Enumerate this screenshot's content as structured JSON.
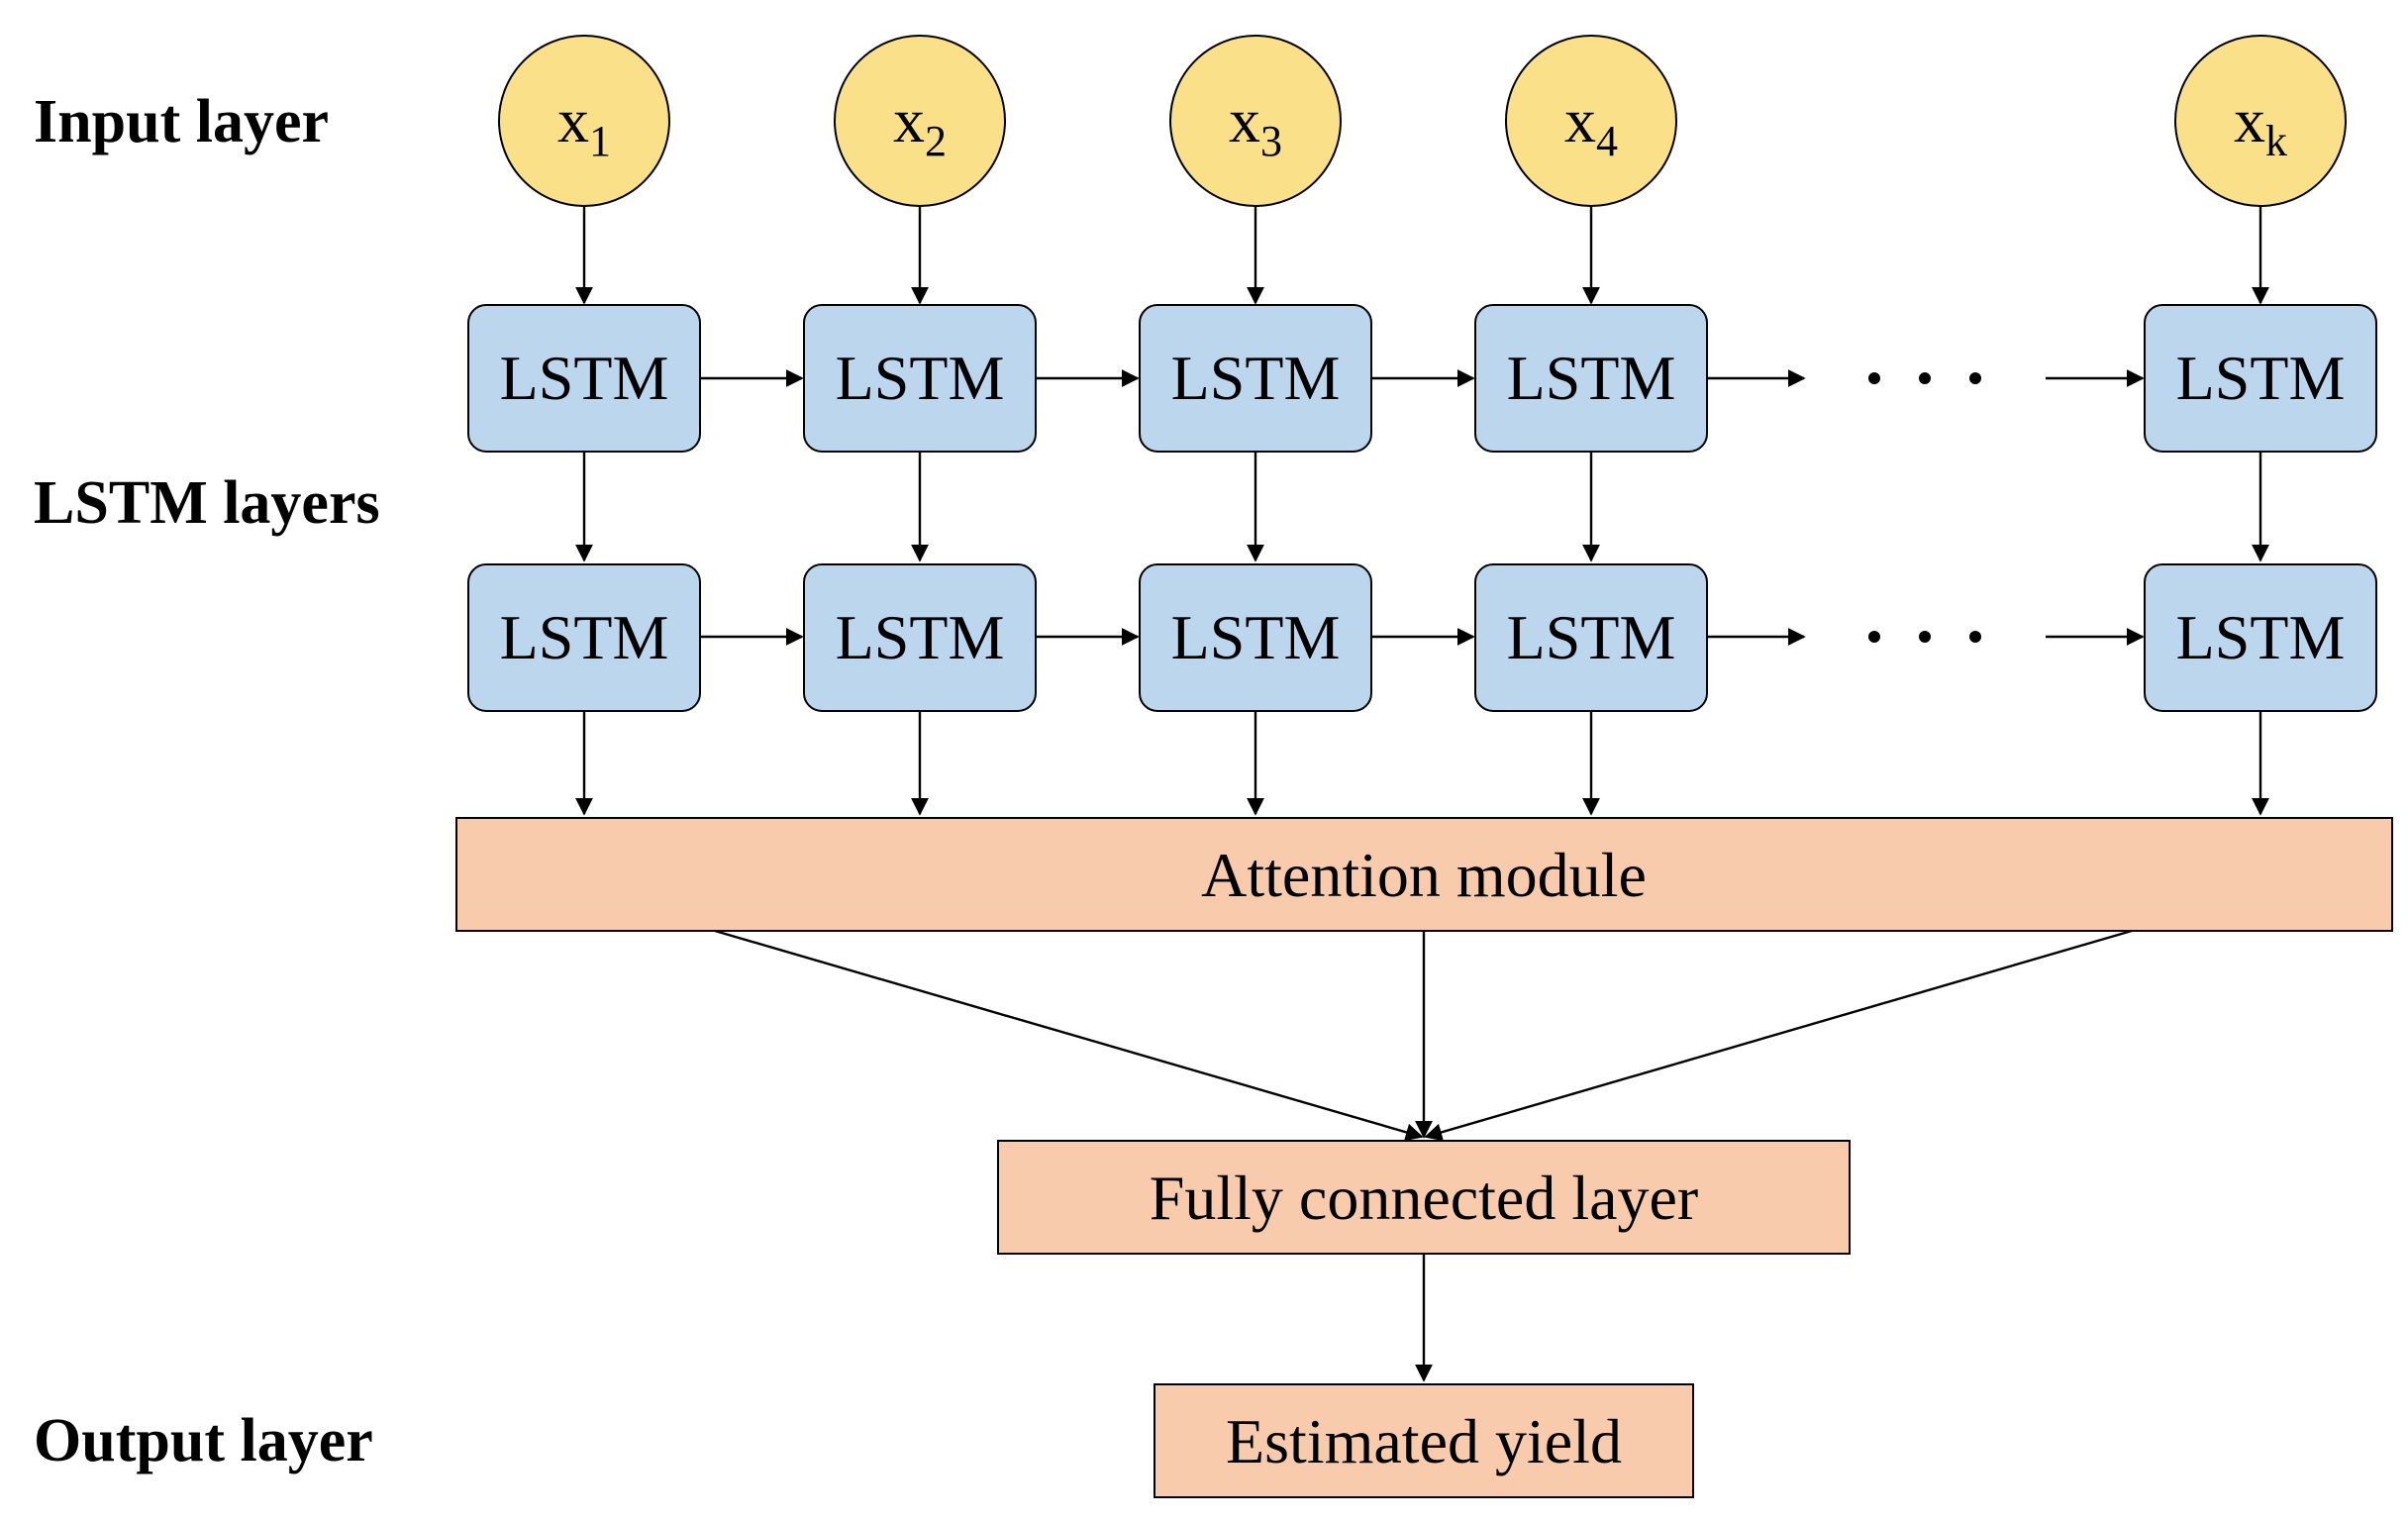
{
  "labels": {
    "input": "Input layer",
    "lstm": "LSTM layers",
    "output": "Output layer"
  },
  "inputs": [
    {
      "base": "x",
      "sub": "1"
    },
    {
      "base": "x",
      "sub": "2"
    },
    {
      "base": "x",
      "sub": "3"
    },
    {
      "base": "x",
      "sub": "4"
    },
    {
      "base": "x",
      "sub": "k"
    }
  ],
  "lstm_label": "LSTM",
  "attention": "Attention module",
  "fully_connected": "Fully connected layer",
  "output": "Estimated yield",
  "colors": {
    "input_node": "#fbe08a",
    "lstm_box": "#bcd6ee",
    "peach_box": "#f8cbad"
  }
}
